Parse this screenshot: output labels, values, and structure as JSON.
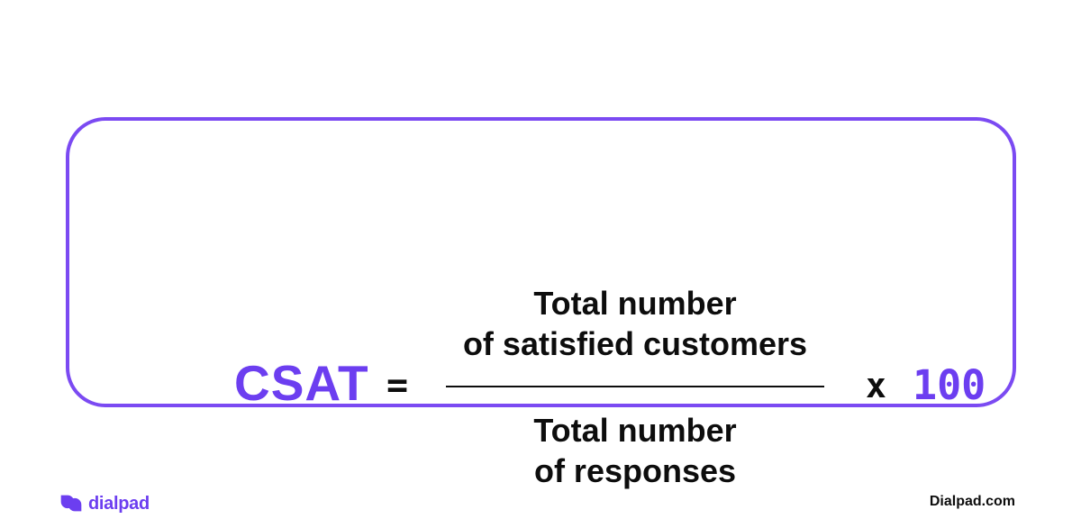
{
  "formula": {
    "result_label": "CSAT",
    "equals_sign": "=",
    "numerator_line1": "Total number",
    "numerator_line2": "of satisfied customers",
    "denominator_line1": "Total number",
    "denominator_line2": "of responses",
    "multiply_sign": "x",
    "multiplier": "100"
  },
  "footer": {
    "brand_name": "dialpad",
    "website": "Dialpad.com"
  },
  "colors": {
    "accent_purple": "#6c3ef0",
    "border_purple": "#7b4af2",
    "text_black": "#0d0d0d",
    "background": "#ffffff"
  }
}
